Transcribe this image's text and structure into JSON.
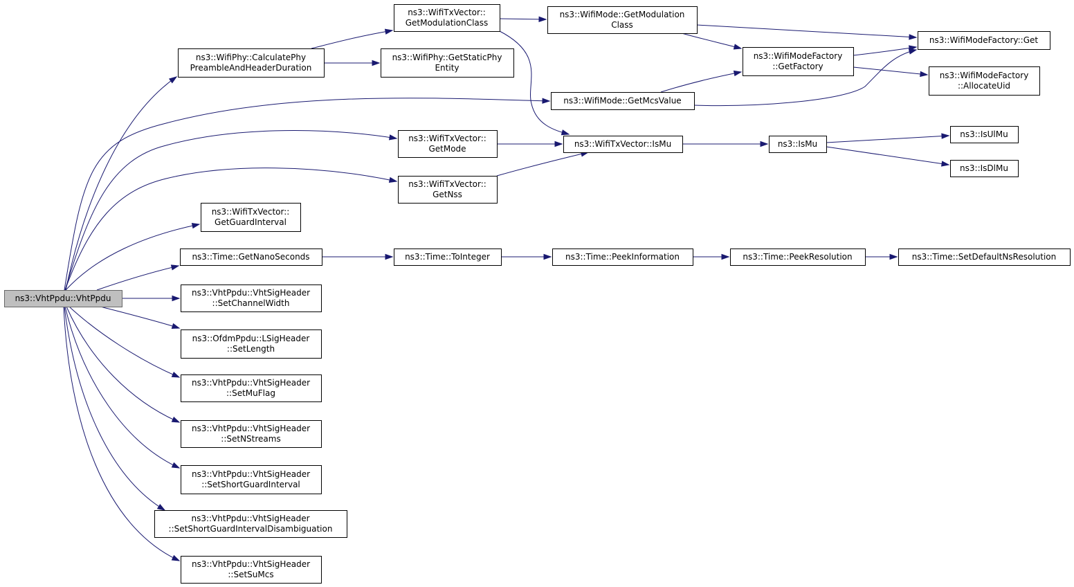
{
  "colors": {
    "edge": "#191970",
    "node_border": "#000000",
    "root_fill": "#bfbfbf",
    "background": "#ffffff"
  },
  "nodes": {
    "root": [
      "ns3::VhtPpdu::VhtPpdu"
    ],
    "calc": [
      "ns3::WifiPhy::CalculatePhy",
      "PreambleAndHeaderDuration"
    ],
    "getmodclass": [
      "ns3::WifiTxVector::",
      "GetModulationClass"
    ],
    "getstatic": [
      "ns3::WifiPhy::GetStaticPhy",
      "Entity"
    ],
    "modegetmodclass": [
      "ns3::WifiMode::GetModulation",
      "Class"
    ],
    "factoryget": [
      "ns3::WifiModeFactory::Get"
    ],
    "getfactory": [
      "ns3::WifiModeFactory",
      "::GetFactory"
    ],
    "allocuid": [
      "ns3::WifiModeFactory",
      "::AllocateUid"
    ],
    "getmcs": [
      "ns3::WifiMode::GetMcsValue"
    ],
    "getmode": [
      "ns3::WifiTxVector::",
      "GetMode"
    ],
    "txismu": [
      "ns3::WifiTxVector::IsMu"
    ],
    "ismu": [
      "ns3::IsMu"
    ],
    "isulmu": [
      "ns3::IsUlMu"
    ],
    "isdlmu": [
      "ns3::IsDlMu"
    ],
    "getnss": [
      "ns3::WifiTxVector::",
      "GetNss"
    ],
    "guard": [
      "ns3::WifiTxVector::",
      "GetGuardInterval"
    ],
    "nano": [
      "ns3::Time::GetNanoSeconds"
    ],
    "toint": [
      "ns3::Time::ToInteger"
    ],
    "peekinfo": [
      "ns3::Time::PeekInformation"
    ],
    "peekres": [
      "ns3::Time::PeekResolution"
    ],
    "setdefault": [
      "ns3::Time::SetDefaultNsResolution"
    ],
    "chwidth": [
      "ns3::VhtPpdu::VhtSigHeader",
      "::SetChannelWidth"
    ],
    "setlength": [
      "ns3::OfdmPpdu::LSigHeader",
      "::SetLength"
    ],
    "muflag": [
      "ns3::VhtPpdu::VhtSigHeader",
      "::SetMuFlag"
    ],
    "nstreams": [
      "ns3::VhtPpdu::VhtSigHeader",
      "::SetNStreams"
    ],
    "sgi": [
      "ns3::VhtPpdu::VhtSigHeader",
      "::SetShortGuardInterval"
    ],
    "sgidis": [
      "ns3::VhtPpdu::VhtSigHeader",
      "::SetShortGuardIntervalDisambiguation"
    ],
    "sumcs": [
      "ns3::VhtPpdu::VhtSigHeader",
      "::SetSuMcs"
    ]
  },
  "edges": [
    [
      "root",
      "calc"
    ],
    [
      "root",
      "getmcs"
    ],
    [
      "root",
      "getmode"
    ],
    [
      "root",
      "getnss"
    ],
    [
      "root",
      "guard"
    ],
    [
      "root",
      "nano"
    ],
    [
      "root",
      "chwidth"
    ],
    [
      "root",
      "setlength"
    ],
    [
      "root",
      "muflag"
    ],
    [
      "root",
      "nstreams"
    ],
    [
      "root",
      "sgi"
    ],
    [
      "root",
      "sgidis"
    ],
    [
      "root",
      "sumcs"
    ],
    [
      "calc",
      "getmodclass"
    ],
    [
      "calc",
      "getstatic"
    ],
    [
      "getmodclass",
      "modegetmodclass"
    ],
    [
      "getmodclass",
      "txismu"
    ],
    [
      "modegetmodclass",
      "factoryget"
    ],
    [
      "modegetmodclass",
      "getfactory"
    ],
    [
      "getfactory",
      "factoryget"
    ],
    [
      "getfactory",
      "allocuid"
    ],
    [
      "getmcs",
      "getfactory"
    ],
    [
      "getmcs",
      "factoryget"
    ],
    [
      "getmode",
      "txismu"
    ],
    [
      "getnss",
      "txismu"
    ],
    [
      "txismu",
      "ismu"
    ],
    [
      "ismu",
      "isulmu"
    ],
    [
      "ismu",
      "isdlmu"
    ],
    [
      "nano",
      "toint"
    ],
    [
      "toint",
      "peekinfo"
    ],
    [
      "peekinfo",
      "peekres"
    ],
    [
      "peekres",
      "setdefault"
    ]
  ]
}
